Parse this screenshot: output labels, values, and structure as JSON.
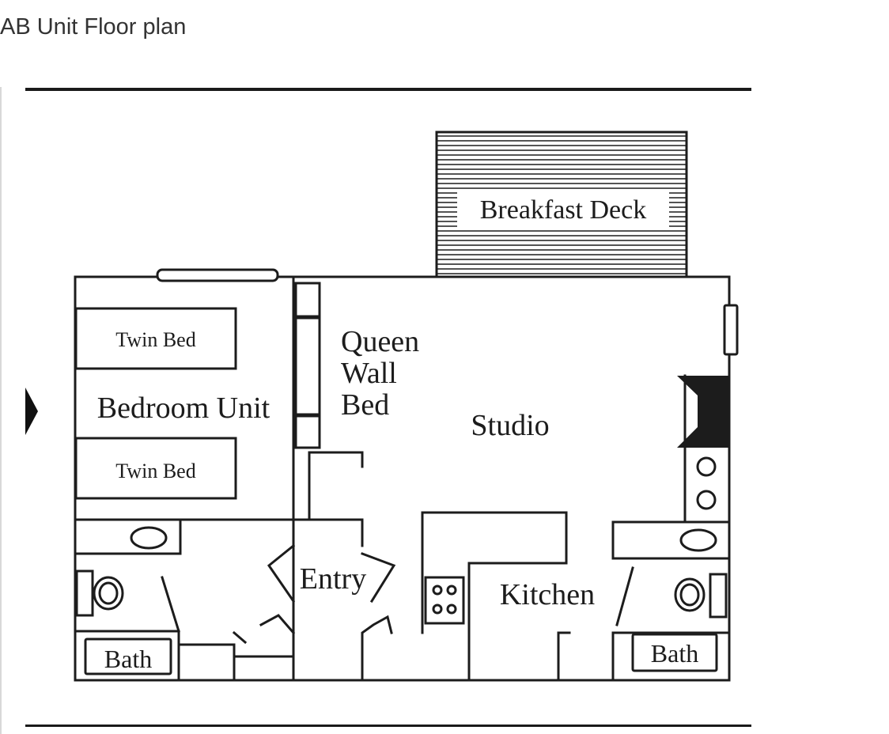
{
  "page": {
    "title": "AB Unit Floor plan"
  },
  "floor_plan": {
    "rooms": {
      "breakfast_deck": "Breakfast Deck",
      "twin_bed_top": "Twin Bed",
      "twin_bed_bottom": "Twin Bed",
      "bedroom_unit": "Bedroom Unit",
      "queen_wall_bed": [
        "Queen",
        "Wall",
        "Bed"
      ],
      "studio": "Studio",
      "entry": "Entry",
      "kitchen": "Kitchen",
      "bath_left": "Bath",
      "bath_right": "Bath"
    }
  },
  "colors": {
    "line": "#1c1c1c",
    "rule": "#1a1a1a",
    "title": "#333333"
  }
}
